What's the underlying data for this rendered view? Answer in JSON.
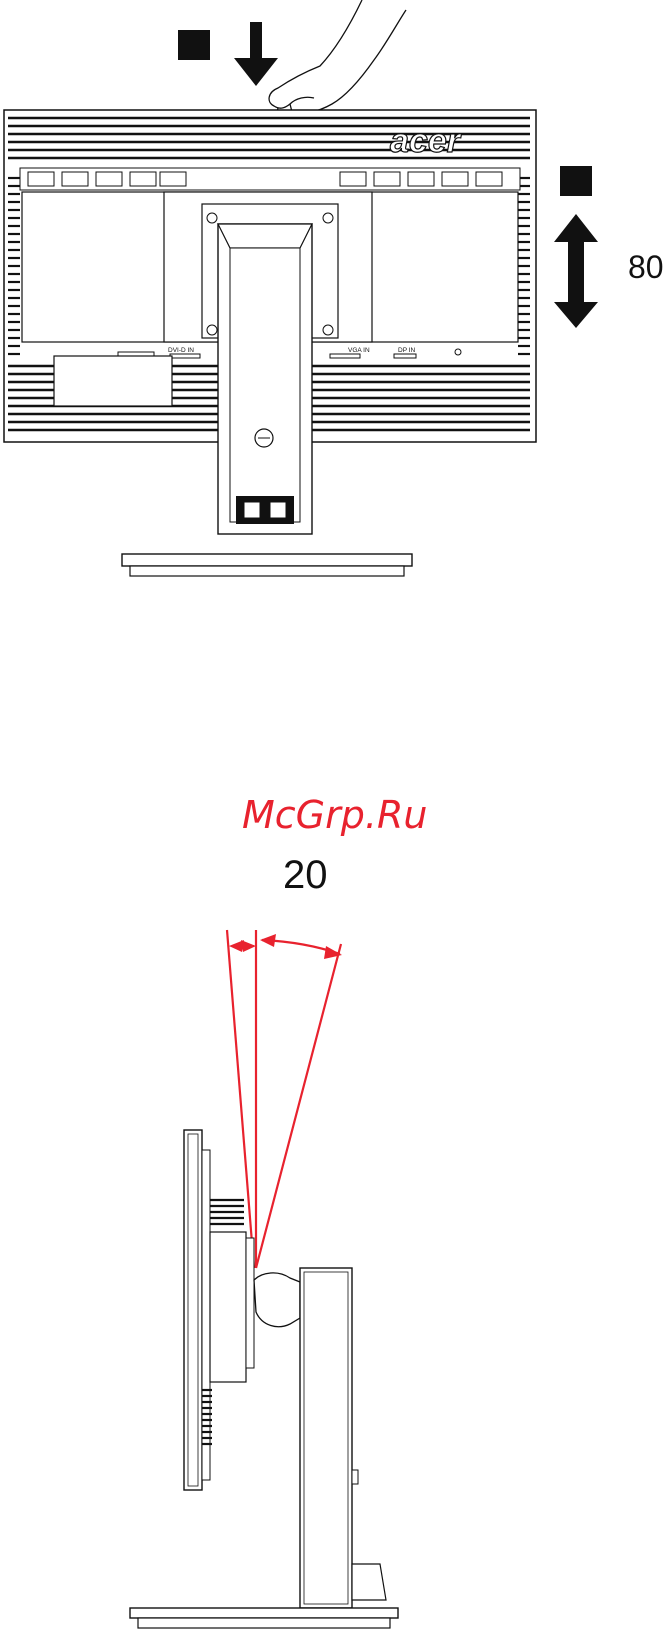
{
  "front_view": {
    "brand_logo": "acer",
    "height_adjust_label": "80",
    "port_labels": [
      "DVI-D IN",
      "VGA IN",
      "DP IN"
    ],
    "square_marker_1": "■",
    "square_marker_2": "■"
  },
  "watermark": "McGrp.Ru",
  "side_view": {
    "tilt_label": "20",
    "accent_color": "#e8222e"
  }
}
